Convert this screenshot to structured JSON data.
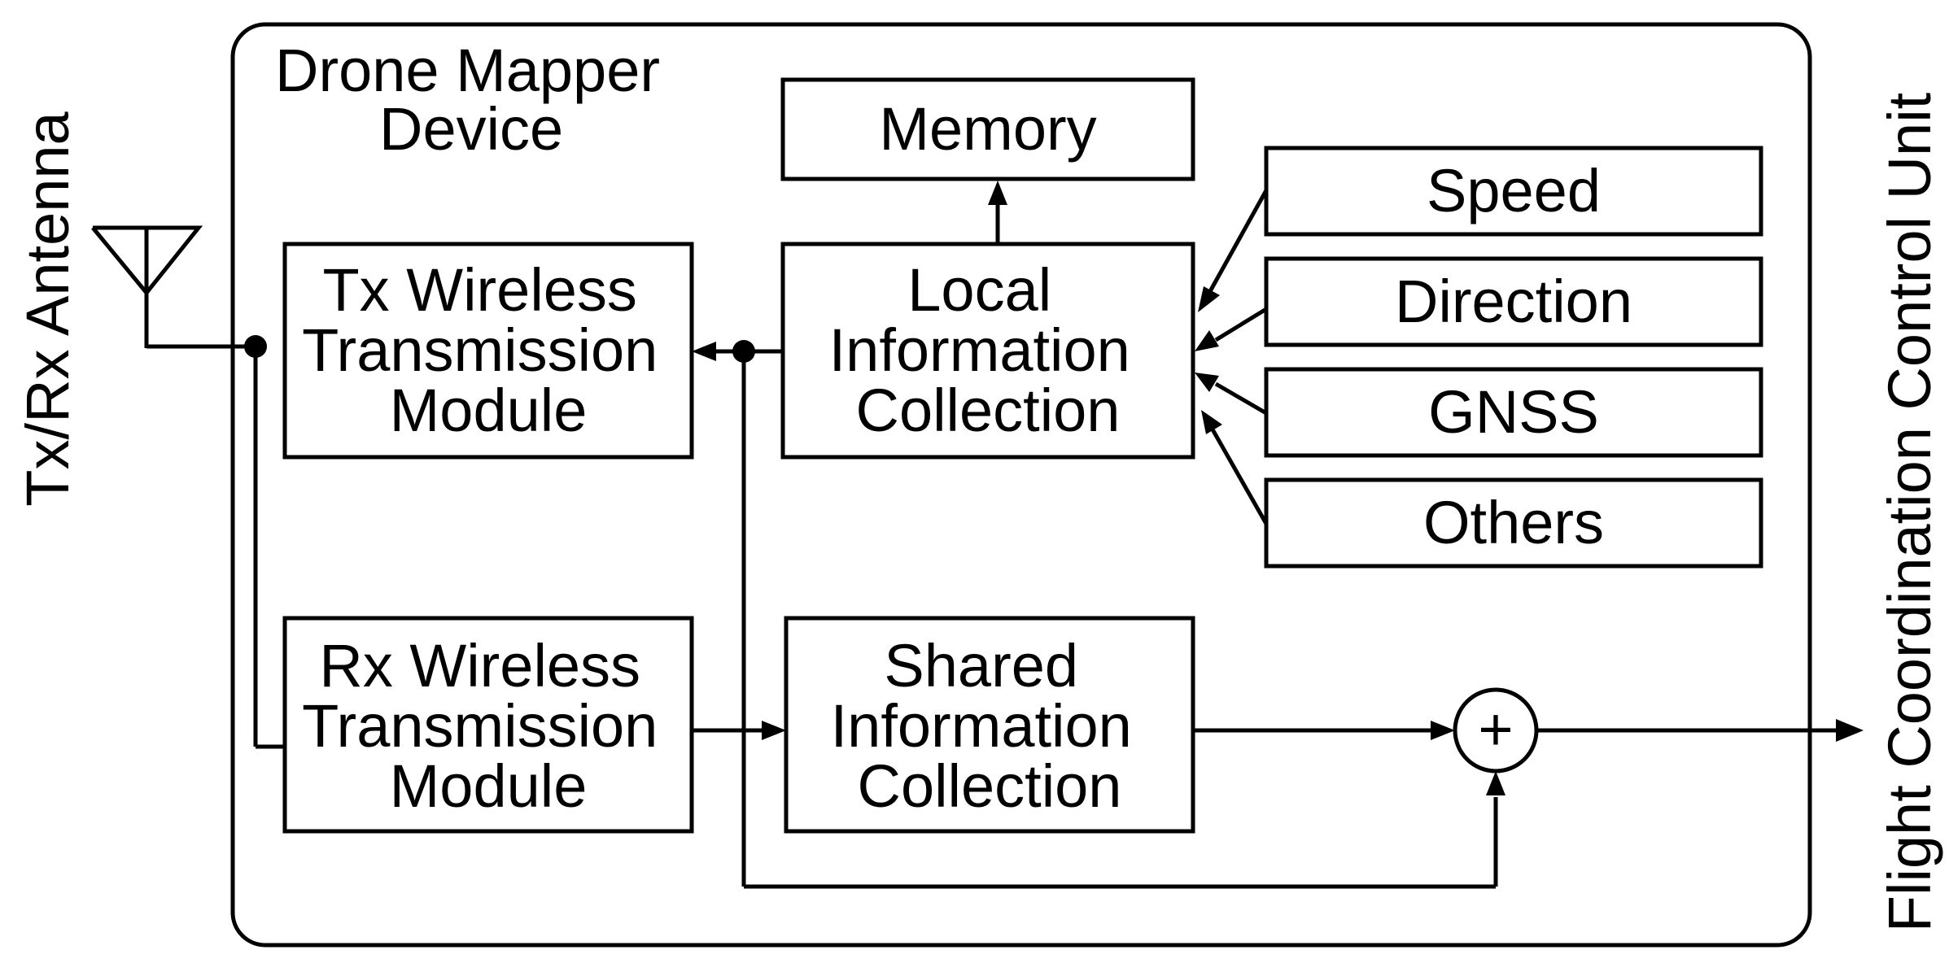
{
  "device": {
    "title": [
      "Drone Mapper",
      "Device"
    ]
  },
  "antenna": {
    "label": "Tx/Rx Antenna"
  },
  "output": {
    "label": "Flight Coordination Control Unit"
  },
  "blocks": {
    "memory": {
      "lines": [
        "Memory"
      ]
    },
    "tx_module": {
      "lines": [
        "Tx Wireless",
        "Transmission",
        "Module"
      ]
    },
    "rx_module": {
      "lines": [
        "Rx Wireless",
        "Transmission",
        "Module"
      ]
    },
    "local_info": {
      "lines": [
        "Local",
        "Information",
        "Collection"
      ]
    },
    "shared_info": {
      "lines": [
        "Shared",
        "Information",
        "Collection"
      ]
    },
    "speed": {
      "lines": [
        "Speed"
      ]
    },
    "direction": {
      "lines": [
        "Direction"
      ]
    },
    "gnss": {
      "lines": [
        "GNSS"
      ]
    },
    "others": {
      "lines": [
        "Others"
      ]
    }
  },
  "summer": {
    "symbol": "+"
  }
}
